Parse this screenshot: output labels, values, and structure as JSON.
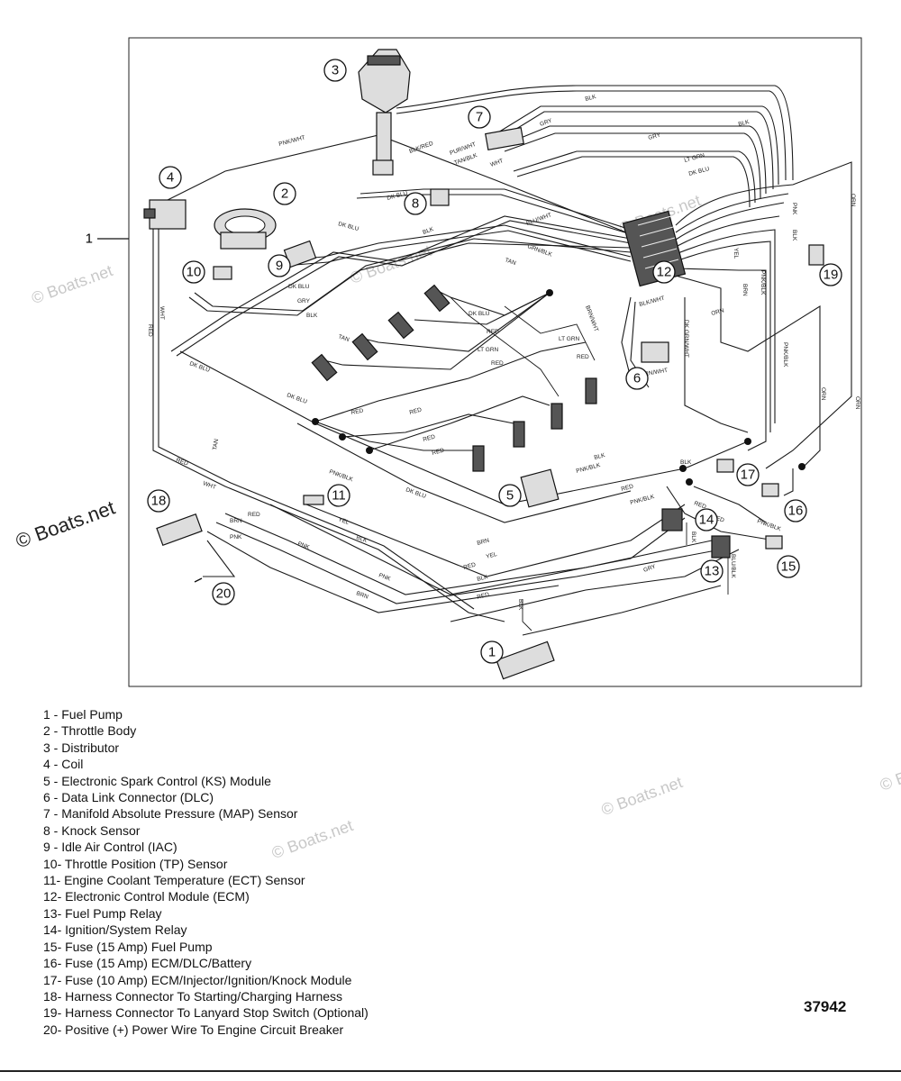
{
  "diagram": {
    "callouts": [
      "1",
      "2",
      "3",
      "4",
      "5",
      "6",
      "7",
      "8",
      "9",
      "10",
      "11",
      "12",
      "13",
      "14",
      "15",
      "16",
      "17",
      "18",
      "19",
      "20"
    ],
    "frame_label": "1",
    "wire_labels": {
      "pnk_wht": "PNK/WHT",
      "blk_red": "BLK/RED",
      "pur_wht": "PUR/WHT",
      "tan_blk": "TAN/BLK",
      "wht": "WHT",
      "gry": "GRY",
      "blk": "BLK",
      "lt_grn": "LT GRN",
      "dk_blu": "DK BLU",
      "red": "RED",
      "tan": "TAN",
      "yel": "YEL",
      "brn": "BRN",
      "pnk": "PNK",
      "orn": "ORN",
      "pnk_blk": "PNK/BLK",
      "grn_blk": "GRN/BLK",
      "blu_wht": "BLU/WHT",
      "dk_grn_wht": "DK GRN/WHT",
      "brn_wht": "BRN/WHT",
      "blk_wht": "BLK/WHT",
      "dk_grn": "DK GRN",
      "ppl_wht": "PPL/WHT",
      "blu_blk": "BLU/BLK"
    }
  },
  "watermark": "© Boats.net",
  "legend": [
    "1  - Fuel Pump",
    "2  - Throttle Body",
    "3  - Distributor",
    "4  - Coil",
    "5  - Electronic Spark Control (KS) Module",
    "6  - Data Link Connector (DLC)",
    "7  - Manifold Absolute Pressure (MAP) Sensor",
    "8  - Knock Sensor",
    "9  - Idle Air Control (IAC)",
    "10- Throttle Position (TP) Sensor",
    "11- Engine Coolant Temperature (ECT) Sensor",
    "12- Electronic Control Module (ECM)",
    "13- Fuel Pump Relay",
    "14- Ignition/System Relay",
    "15- Fuse (15 Amp) Fuel Pump",
    "16- Fuse (15 Amp) ECM/DLC/Battery",
    "17- Fuse (10 Amp) ECM/Injector/Ignition/Knock Module",
    "18- Harness Connector To Starting/Charging Harness",
    "19- Harness Connector To Lanyard Stop Switch (Optional)",
    "20- Positive (+) Power Wire To Engine Circuit Breaker"
  ],
  "figure_number": "37942"
}
